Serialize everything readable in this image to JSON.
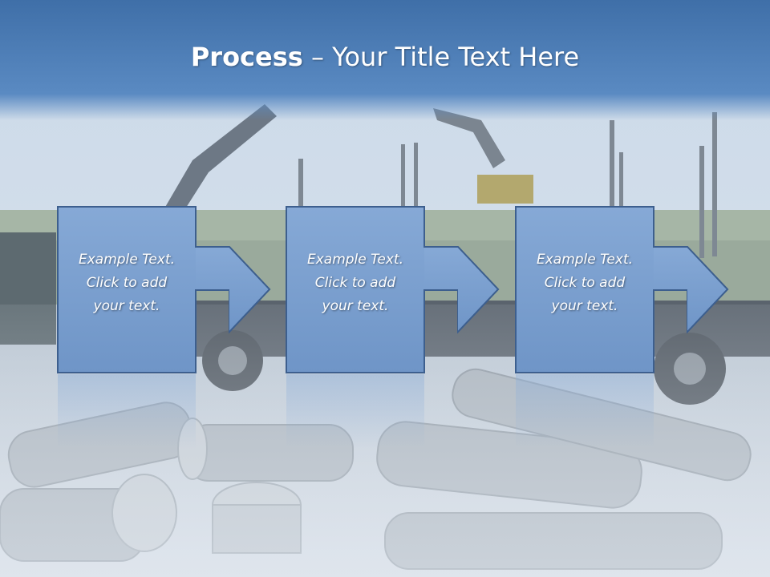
{
  "slide": {
    "title_bold": "Process",
    "title_rest": " – Your Title Text Here",
    "cards": [
      {
        "lines": [
          "Example Text.",
          "Click  to add",
          "your text."
        ]
      },
      {
        "lines": [
          "Example Text.",
          "Click  to add",
          "your text."
        ]
      },
      {
        "lines": [
          "Example Text.",
          "Click  to add",
          "your text."
        ]
      }
    ]
  },
  "colors": {
    "title_bar": "#4f7fb6",
    "card_fill": "#7ea3d2",
    "card_border": "#3d5f8e",
    "text": "#ffffff"
  }
}
